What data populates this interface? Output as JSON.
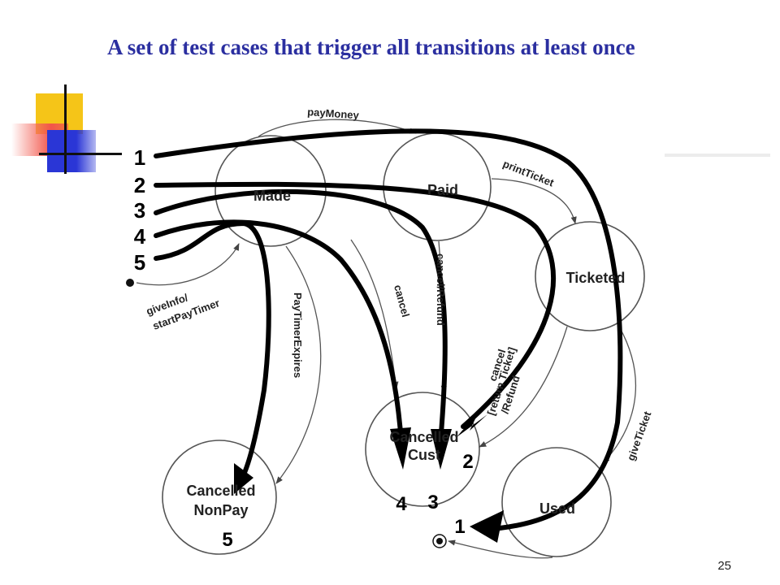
{
  "title": "A set of test cases that trigger all transitions at least once",
  "page_number": "25",
  "states": {
    "made": "Made",
    "paid": "Paid",
    "ticketed": "Ticketed",
    "cancelled_nonpay_line1": "Cancelled",
    "cancelled_nonpay_line2": "NonPay",
    "cancelled_cust_line1": "Cancelled",
    "cancelled_cust_line2": "Cust",
    "used": "Used"
  },
  "transitions": {
    "pay_money": "payMoney",
    "print_ticket": "printTicket",
    "give_info_line1": "giveInfo/",
    "give_info_line2": "startPayTimer",
    "pay_timer_expires": "PayTimerExpires",
    "cancel_made": "cancel",
    "cancel_refund": "cancel/Refund",
    "cancel_ticketed_line1": "cancel",
    "cancel_ticketed_line2": "[return Ticket]",
    "cancel_ticketed_line3": "/Refund",
    "give_ticket": "giveTicket"
  },
  "test_paths": {
    "start_labels": [
      "1",
      "2",
      "3",
      "4",
      "5"
    ],
    "end_labels": [
      "1",
      "2",
      "3",
      "4",
      "5"
    ]
  }
}
